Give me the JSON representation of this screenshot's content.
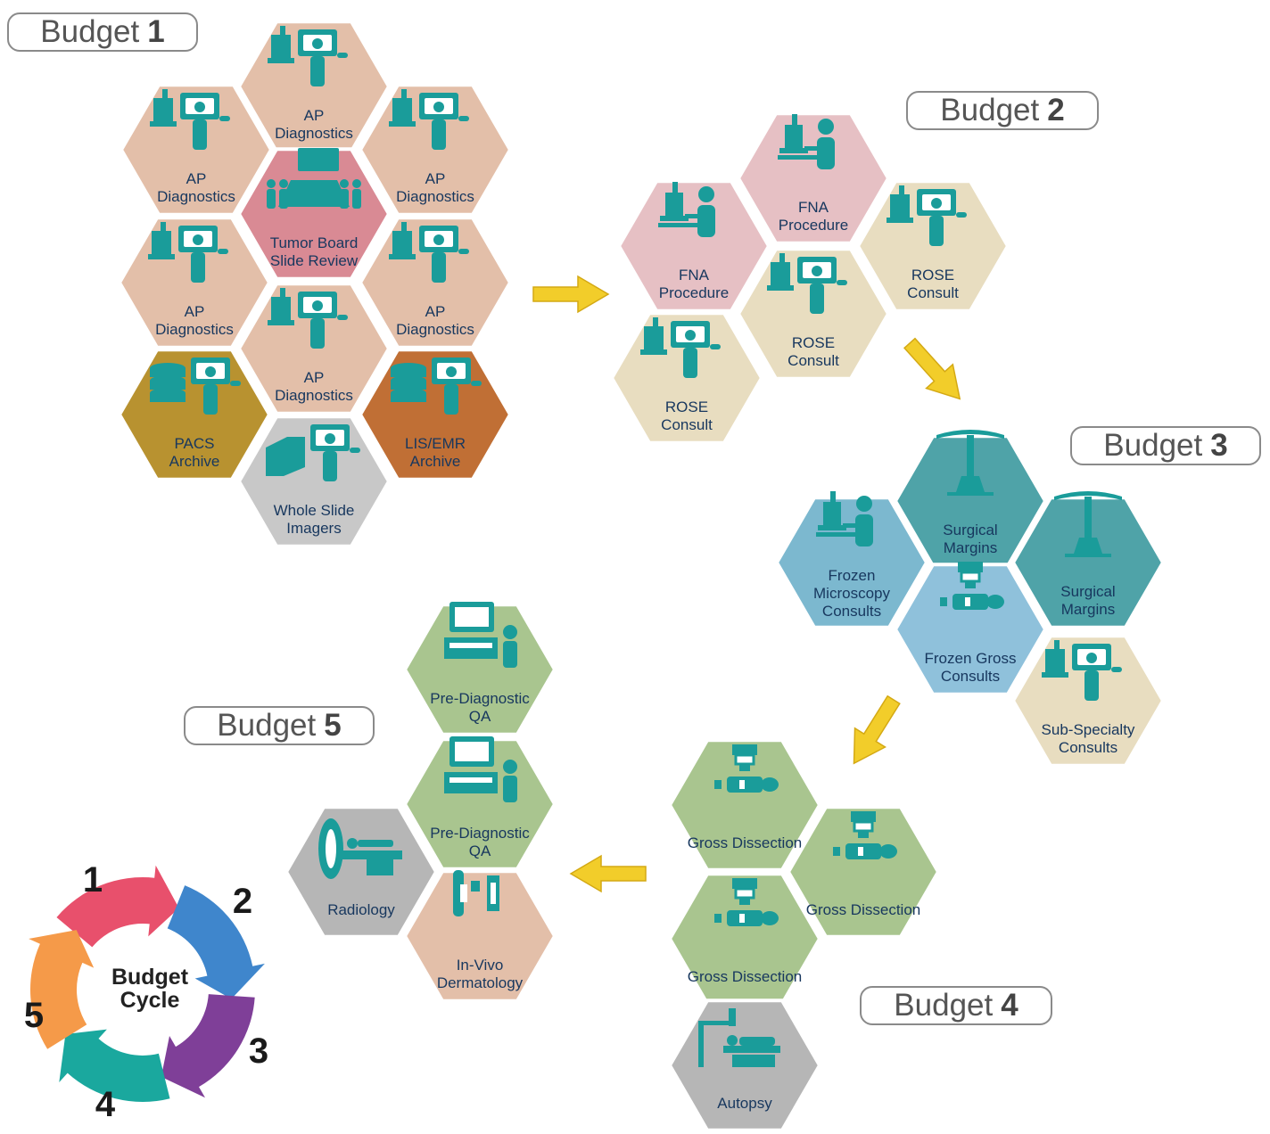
{
  "budgets": [
    {
      "word": "Budget",
      "number": "1"
    },
    {
      "word": "Budget",
      "number": "2"
    },
    {
      "word": "Budget",
      "number": "3"
    },
    {
      "word": "Budget",
      "number": "4"
    },
    {
      "word": "Budget",
      "number": "5"
    }
  ],
  "colors": {
    "peach": "#e3bfa9",
    "rose": "#d98a94",
    "gold": "#b89230",
    "orange": "#c06f35",
    "gray": "#c8c8c8",
    "pink": "#e6c0c4",
    "cream": "#e8ddc0",
    "teal": "#4fa3a8",
    "lightblue": "#7cb8cf",
    "sky": "#8fc1db",
    "green": "#a9c58f",
    "darkgray": "#b6b6b6",
    "icon": "#1a9c9a",
    "arrow": "#f2cd2a"
  },
  "hexes": [
    {
      "group": "budget-1",
      "icon": "microscope-monitor-icon",
      "color": "peach",
      "lines": [
        "AP",
        "Diagnostics"
      ]
    },
    {
      "group": "budget-1",
      "icon": "microscope-monitor-icon",
      "color": "peach",
      "lines": [
        "AP",
        "Diagnostics"
      ]
    },
    {
      "group": "budget-1",
      "icon": "microscope-monitor-icon",
      "color": "peach",
      "lines": [
        "AP",
        "Diagnostics"
      ]
    },
    {
      "group": "budget-1",
      "icon": "tumor-board-meeting-icon",
      "color": "rose",
      "lines": [
        "Tumor Board",
        "Slide Review"
      ]
    },
    {
      "group": "budget-1",
      "icon": "microscope-monitor-icon",
      "color": "peach",
      "lines": [
        "AP",
        "Diagnostics"
      ]
    },
    {
      "group": "budget-1",
      "icon": "microscope-monitor-icon",
      "color": "peach",
      "lines": [
        "AP",
        "Diagnostics"
      ]
    },
    {
      "group": "budget-1",
      "icon": "microscope-monitor-icon",
      "color": "peach",
      "lines": [
        "AP",
        "Diagnostics"
      ]
    },
    {
      "group": "budget-1",
      "icon": "database-monitor-icon",
      "color": "gold",
      "lines": [
        "PACS",
        "Archive"
      ]
    },
    {
      "group": "budget-1",
      "icon": "database-monitor-icon",
      "color": "orange",
      "lines": [
        "LIS/EMR",
        "Archive"
      ]
    },
    {
      "group": "budget-1",
      "icon": "slide-scanner-icon",
      "color": "gray",
      "lines": [
        "Whole Slide",
        "Imagers"
      ]
    },
    {
      "group": "budget-2",
      "icon": "pathologist-microscope-icon",
      "color": "pink",
      "lines": [
        "FNA",
        "Procedure"
      ]
    },
    {
      "group": "budget-2",
      "icon": "pathologist-microscope-icon",
      "color": "pink",
      "lines": [
        "FNA",
        "Procedure"
      ]
    },
    {
      "group": "budget-2",
      "icon": "microscope-monitor-icon",
      "color": "cream",
      "lines": [
        "ROSE",
        "Consult"
      ]
    },
    {
      "group": "budget-2",
      "icon": "microscope-monitor-icon",
      "color": "cream",
      "lines": [
        "ROSE",
        "Consult"
      ]
    },
    {
      "group": "budget-2",
      "icon": "microscope-monitor-icon",
      "color": "cream",
      "lines": [
        "ROSE",
        "Consult"
      ]
    },
    {
      "group": "budget-3",
      "icon": "surgical-lamp-icon",
      "color": "teal",
      "lines": [
        "Surgical",
        "Margins"
      ]
    },
    {
      "group": "budget-3",
      "icon": "pathologist-microscope-icon",
      "color": "lightblue",
      "lines": [
        "Frozen",
        "Microscopy",
        "Consults"
      ]
    },
    {
      "group": "budget-3",
      "icon": "surgical-lamp-icon",
      "color": "teal",
      "lines": [
        "Surgical",
        "Margins"
      ]
    },
    {
      "group": "budget-3",
      "icon": "gross-station-icon",
      "color": "sky",
      "lines": [
        "Frozen Gross",
        "Consults"
      ]
    },
    {
      "group": "budget-3",
      "icon": "microscope-monitor-icon",
      "color": "cream",
      "lines": [
        "Sub-Specialty",
        "Consults"
      ]
    },
    {
      "group": "budget-4",
      "icon": "gross-station-icon",
      "color": "green",
      "lines": [
        "Gross Dissection"
      ]
    },
    {
      "group": "budget-4",
      "icon": "gross-station-icon",
      "color": "green",
      "lines": [
        "Gross Dissection"
      ]
    },
    {
      "group": "budget-4",
      "icon": "gross-station-icon",
      "color": "green",
      "lines": [
        "Gross Dissection"
      ]
    },
    {
      "group": "budget-4",
      "icon": "autopsy-table-icon",
      "color": "darkgray",
      "lines": [
        "Autopsy"
      ]
    },
    {
      "group": "budget-5",
      "icon": "computer-workstation-icon",
      "color": "green",
      "lines": [
        "Pre-Diagnostic",
        "QA"
      ]
    },
    {
      "group": "budget-5",
      "icon": "computer-workstation-icon",
      "color": "green",
      "lines": [
        "Pre-Diagnostic",
        "QA"
      ]
    },
    {
      "group": "budget-5",
      "icon": "radiology-scanner-icon",
      "color": "darkgray",
      "lines": [
        "Radiology"
      ]
    },
    {
      "group": "budget-5",
      "icon": "dermatology-device-icon",
      "color": "peach",
      "lines": [
        "In-Vivo",
        "Dermatology"
      ]
    }
  ],
  "cycle": {
    "center_lines": [
      "Budget",
      "Cycle"
    ],
    "steps": [
      {
        "number": "1",
        "color": "#e8506c"
      },
      {
        "number": "2",
        "color": "#3f86cc"
      },
      {
        "number": "3",
        "color": "#7f3f98"
      },
      {
        "number": "4",
        "color": "#1aa89e"
      },
      {
        "number": "5",
        "color": "#f59a49"
      }
    ]
  }
}
